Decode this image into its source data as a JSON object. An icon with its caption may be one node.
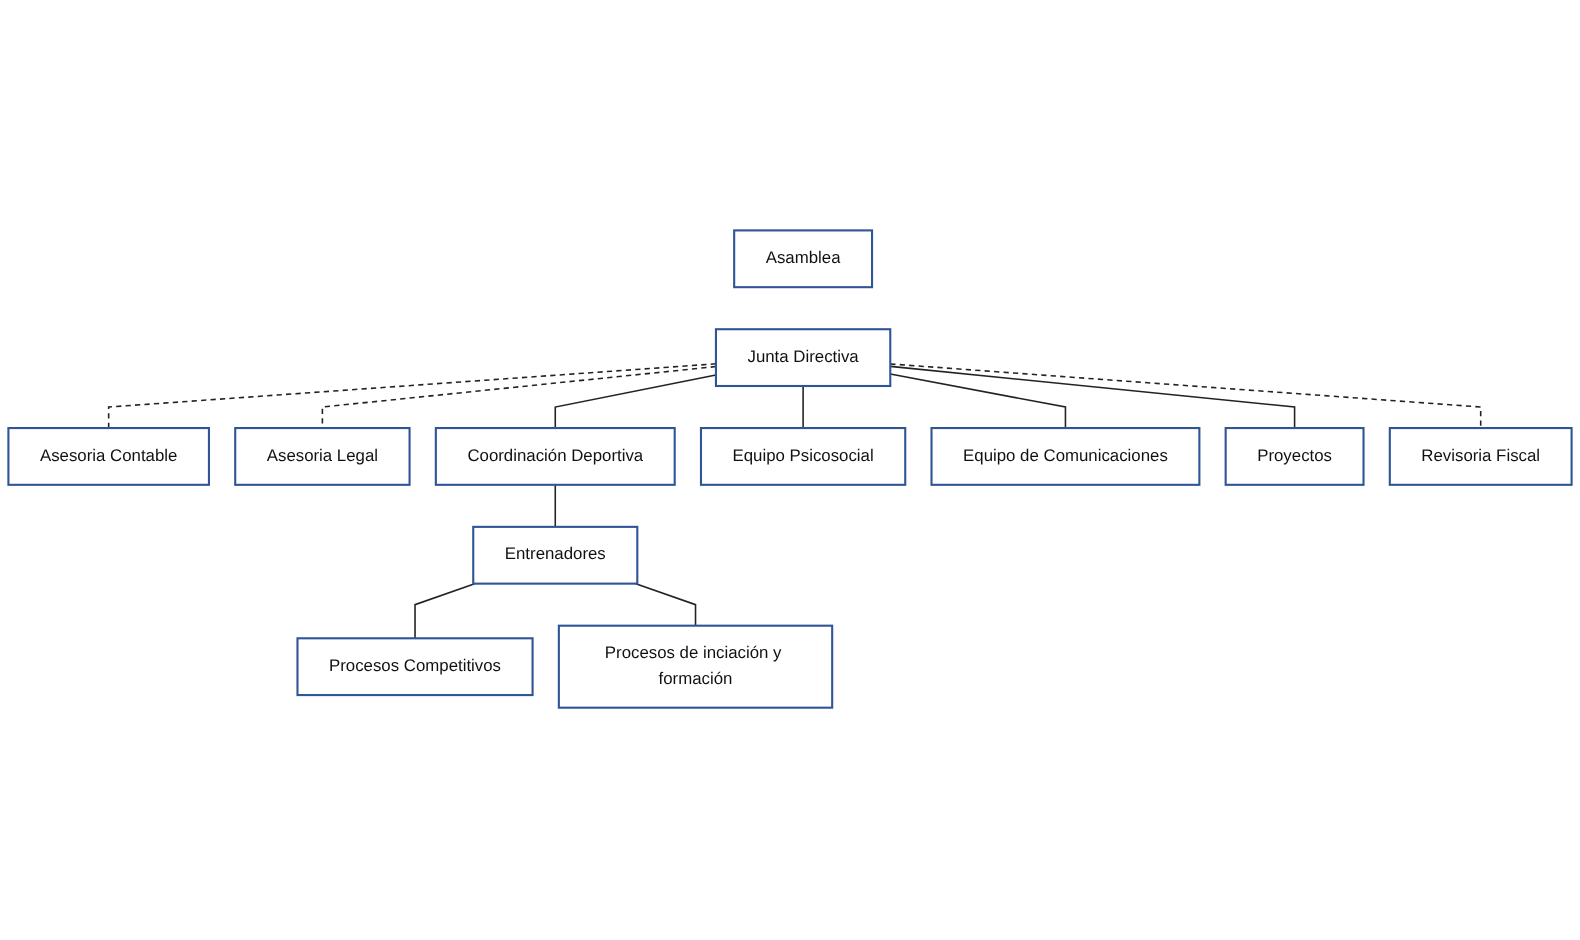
{
  "diagram": {
    "nodes": [
      {
        "text": [
          "Asamblea"
        ]
      },
      {
        "text": [
          "Junta Directiva"
        ]
      },
      {
        "text": [
          "Asesoria Contable"
        ]
      },
      {
        "text": [
          "Asesoria Legal"
        ]
      },
      {
        "text": [
          "Coordinación Deportiva"
        ]
      },
      {
        "text": [
          "Equipo Psicosocial"
        ]
      },
      {
        "text": [
          "Equipo de Comunicaciones"
        ]
      },
      {
        "text": [
          "Proyectos"
        ]
      },
      {
        "text": [
          "Revisoria Fiscal"
        ]
      },
      {
        "text": [
          "Entrenadores"
        ]
      },
      {
        "text": [
          "Procesos Competitivos"
        ]
      },
      {
        "text": [
          "Procesos de inciación y formación"
        ]
      }
    ],
    "edges": [
      {
        "from": 1,
        "to": 2,
        "arrow": "none",
        "style": "dashed"
      },
      {
        "from": 1,
        "to": 3,
        "arrow": "none",
        "style": "dashed"
      },
      {
        "from": 1,
        "to": 4,
        "arrow": "none"
      },
      {
        "from": 1,
        "to": 5,
        "arrow": "none"
      },
      {
        "from": 1,
        "to": 6,
        "arrow": "none"
      },
      {
        "from": 1,
        "to": 7,
        "arrow": "none"
      },
      {
        "from": 1,
        "to": 8,
        "arrow": "none",
        "style": "dashed"
      },
      {
        "from": 4,
        "to": 9,
        "arrow": "none"
      },
      {
        "from": 9,
        "to": 10,
        "arrow": "none"
      },
      {
        "from": 9,
        "to": 11,
        "arrow": "none"
      }
    ]
  }
}
